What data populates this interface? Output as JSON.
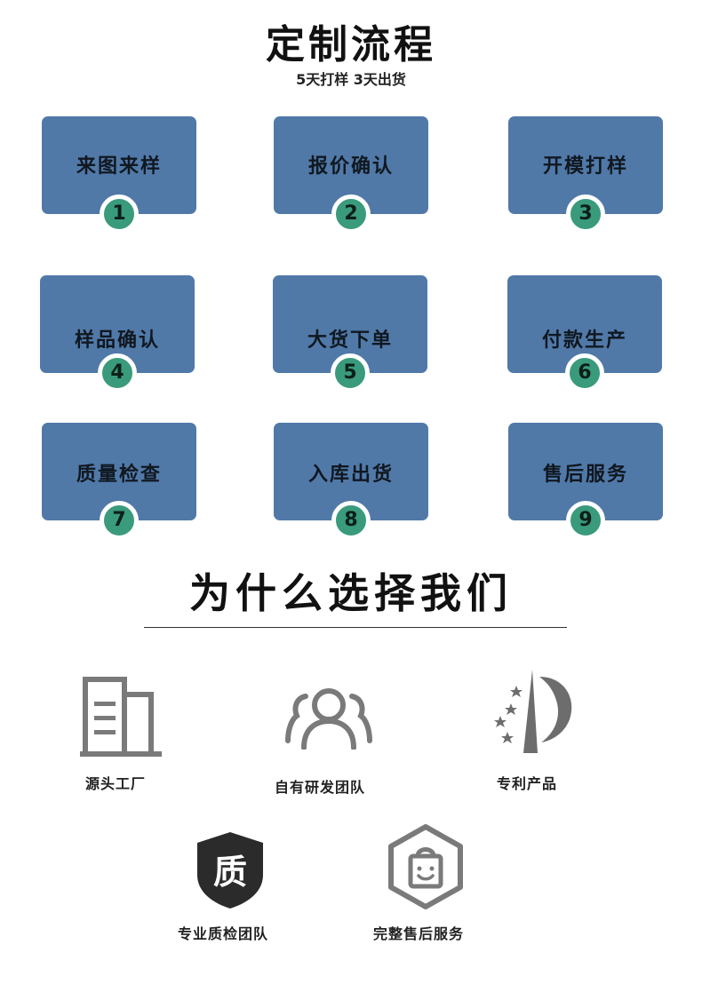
{
  "header": {
    "title": "定制流程",
    "subtitle": "5天打样 3天出货"
  },
  "steps": [
    {
      "label": "来图来样",
      "num": "1"
    },
    {
      "label": "报价确认",
      "num": "2"
    },
    {
      "label": "开模打样",
      "num": "3"
    },
    {
      "label": "样品确认",
      "num": "4"
    },
    {
      "label": "大货下单",
      "num": "5"
    },
    {
      "label": "付款生产",
      "num": "6"
    },
    {
      "label": "质量检查",
      "num": "7"
    },
    {
      "label": "入库出货",
      "num": "8"
    },
    {
      "label": "售后服务",
      "num": "9"
    }
  ],
  "why": {
    "title": "为什么选择我们"
  },
  "features": [
    {
      "label": "源头工厂",
      "icon": "factory-building-icon"
    },
    {
      "label": "自有研发团队",
      "icon": "team-people-icon"
    },
    {
      "label": "专利产品",
      "icon": "patent-star-icon"
    },
    {
      "label": "专业质检团队",
      "icon": "quality-shield-icon",
      "glyph": "质"
    },
    {
      "label": "完整售后服务",
      "icon": "shopping-bag-icon"
    }
  ],
  "colors": {
    "step_box": "#5079a8",
    "step_badge": "#3a9a7c",
    "icon_gray": "#7a7a7a"
  }
}
